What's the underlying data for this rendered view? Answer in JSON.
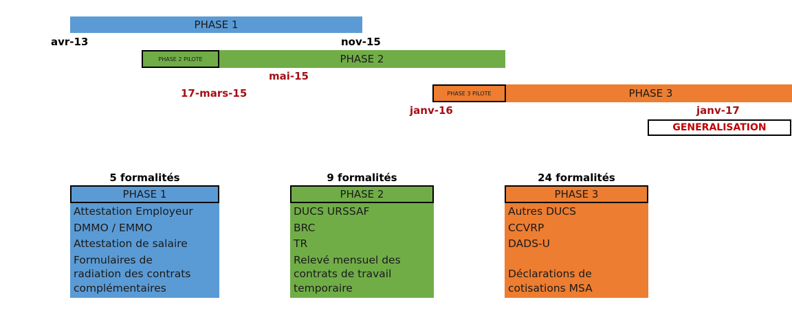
{
  "timeline": {
    "phase1": {
      "label": "PHASE 1",
      "start": "avr-13",
      "end": "nov-15"
    },
    "phase2": {
      "label": "PHASE 2",
      "pilot_label": "PHASE 2 PILOTE",
      "pilot_date": "17-mars-15",
      "date": "mai-15"
    },
    "phase3": {
      "label": "PHASE 3",
      "pilot_label": "PHASE 3 PILOTE",
      "pilot_date": "janv-16",
      "date": "janv-17"
    },
    "generalisation": "GENERALISATION"
  },
  "columns": [
    {
      "count": "5 formalités",
      "header": "PHASE 1",
      "items": [
        "Attestation Employeur",
        "DMMO / EMMO",
        "Attestation de salaire",
        "Formulaires de\nradiation des contrats\ncomplémentaires"
      ]
    },
    {
      "count": "9 formalités",
      "header": "PHASE 2",
      "items": [
        "DUCS URSSAF",
        "BRC",
        "TR",
        "Relevé mensuel des\ncontrats de travail\ntemporaire"
      ]
    },
    {
      "count": "24 formalités",
      "header": "PHASE 3",
      "items": [
        "Autres DUCS",
        "CCVRP",
        "DADS-U",
        "\nDéclarations de\ncotisations MSA"
      ]
    }
  ],
  "colors": {
    "phase1": "#5b9bd5",
    "phase2": "#70ad47",
    "phase3": "#ed7d31",
    "red_text": "#a50f15",
    "generalisation_text": "#c00000"
  }
}
